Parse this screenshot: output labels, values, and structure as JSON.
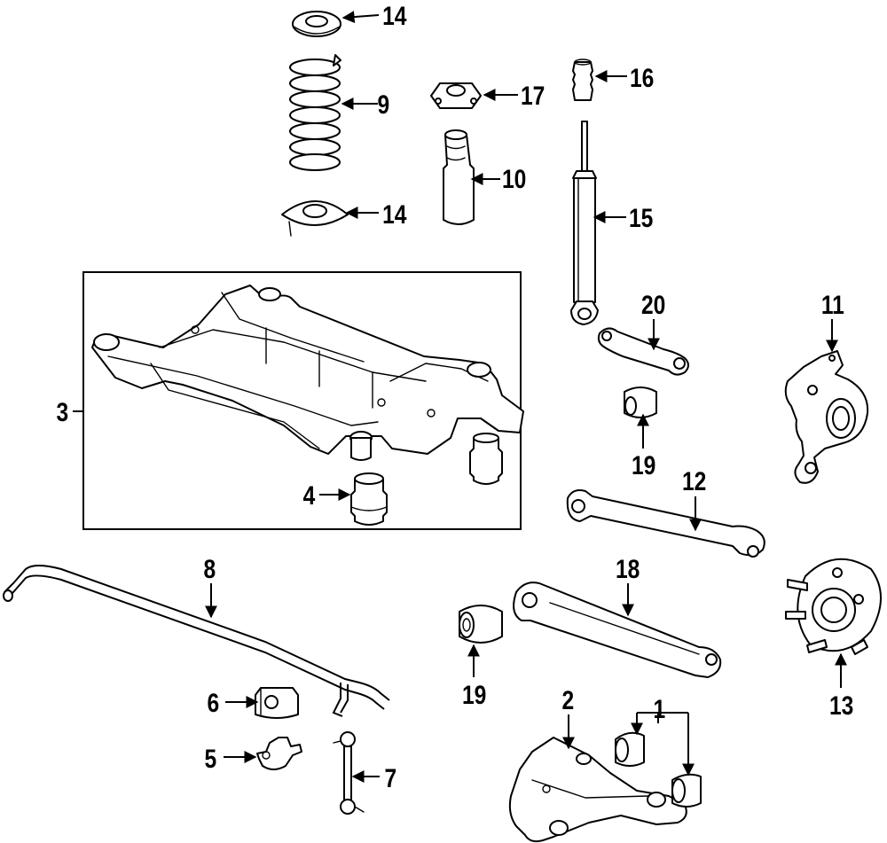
{
  "callouts": [
    {
      "id": "c14a",
      "text": "14"
    },
    {
      "id": "c9",
      "text": "9"
    },
    {
      "id": "c17",
      "text": "17"
    },
    {
      "id": "c16",
      "text": "16"
    },
    {
      "id": "c10",
      "text": "10"
    },
    {
      "id": "c14b",
      "text": "14"
    },
    {
      "id": "c15",
      "text": "15"
    },
    {
      "id": "c20",
      "text": "20"
    },
    {
      "id": "c11",
      "text": "11"
    },
    {
      "id": "c3",
      "text": "3"
    },
    {
      "id": "c19a",
      "text": "19"
    },
    {
      "id": "c12",
      "text": "12"
    },
    {
      "id": "c4",
      "text": "4"
    },
    {
      "id": "c8",
      "text": "8"
    },
    {
      "id": "c18",
      "text": "18"
    },
    {
      "id": "c19b",
      "text": "19"
    },
    {
      "id": "c13",
      "text": "13"
    },
    {
      "id": "c1",
      "text": "1"
    },
    {
      "id": "c2",
      "text": "2"
    },
    {
      "id": "c6",
      "text": "6"
    },
    {
      "id": "c5",
      "text": "5"
    },
    {
      "id": "c7",
      "text": "7"
    }
  ]
}
